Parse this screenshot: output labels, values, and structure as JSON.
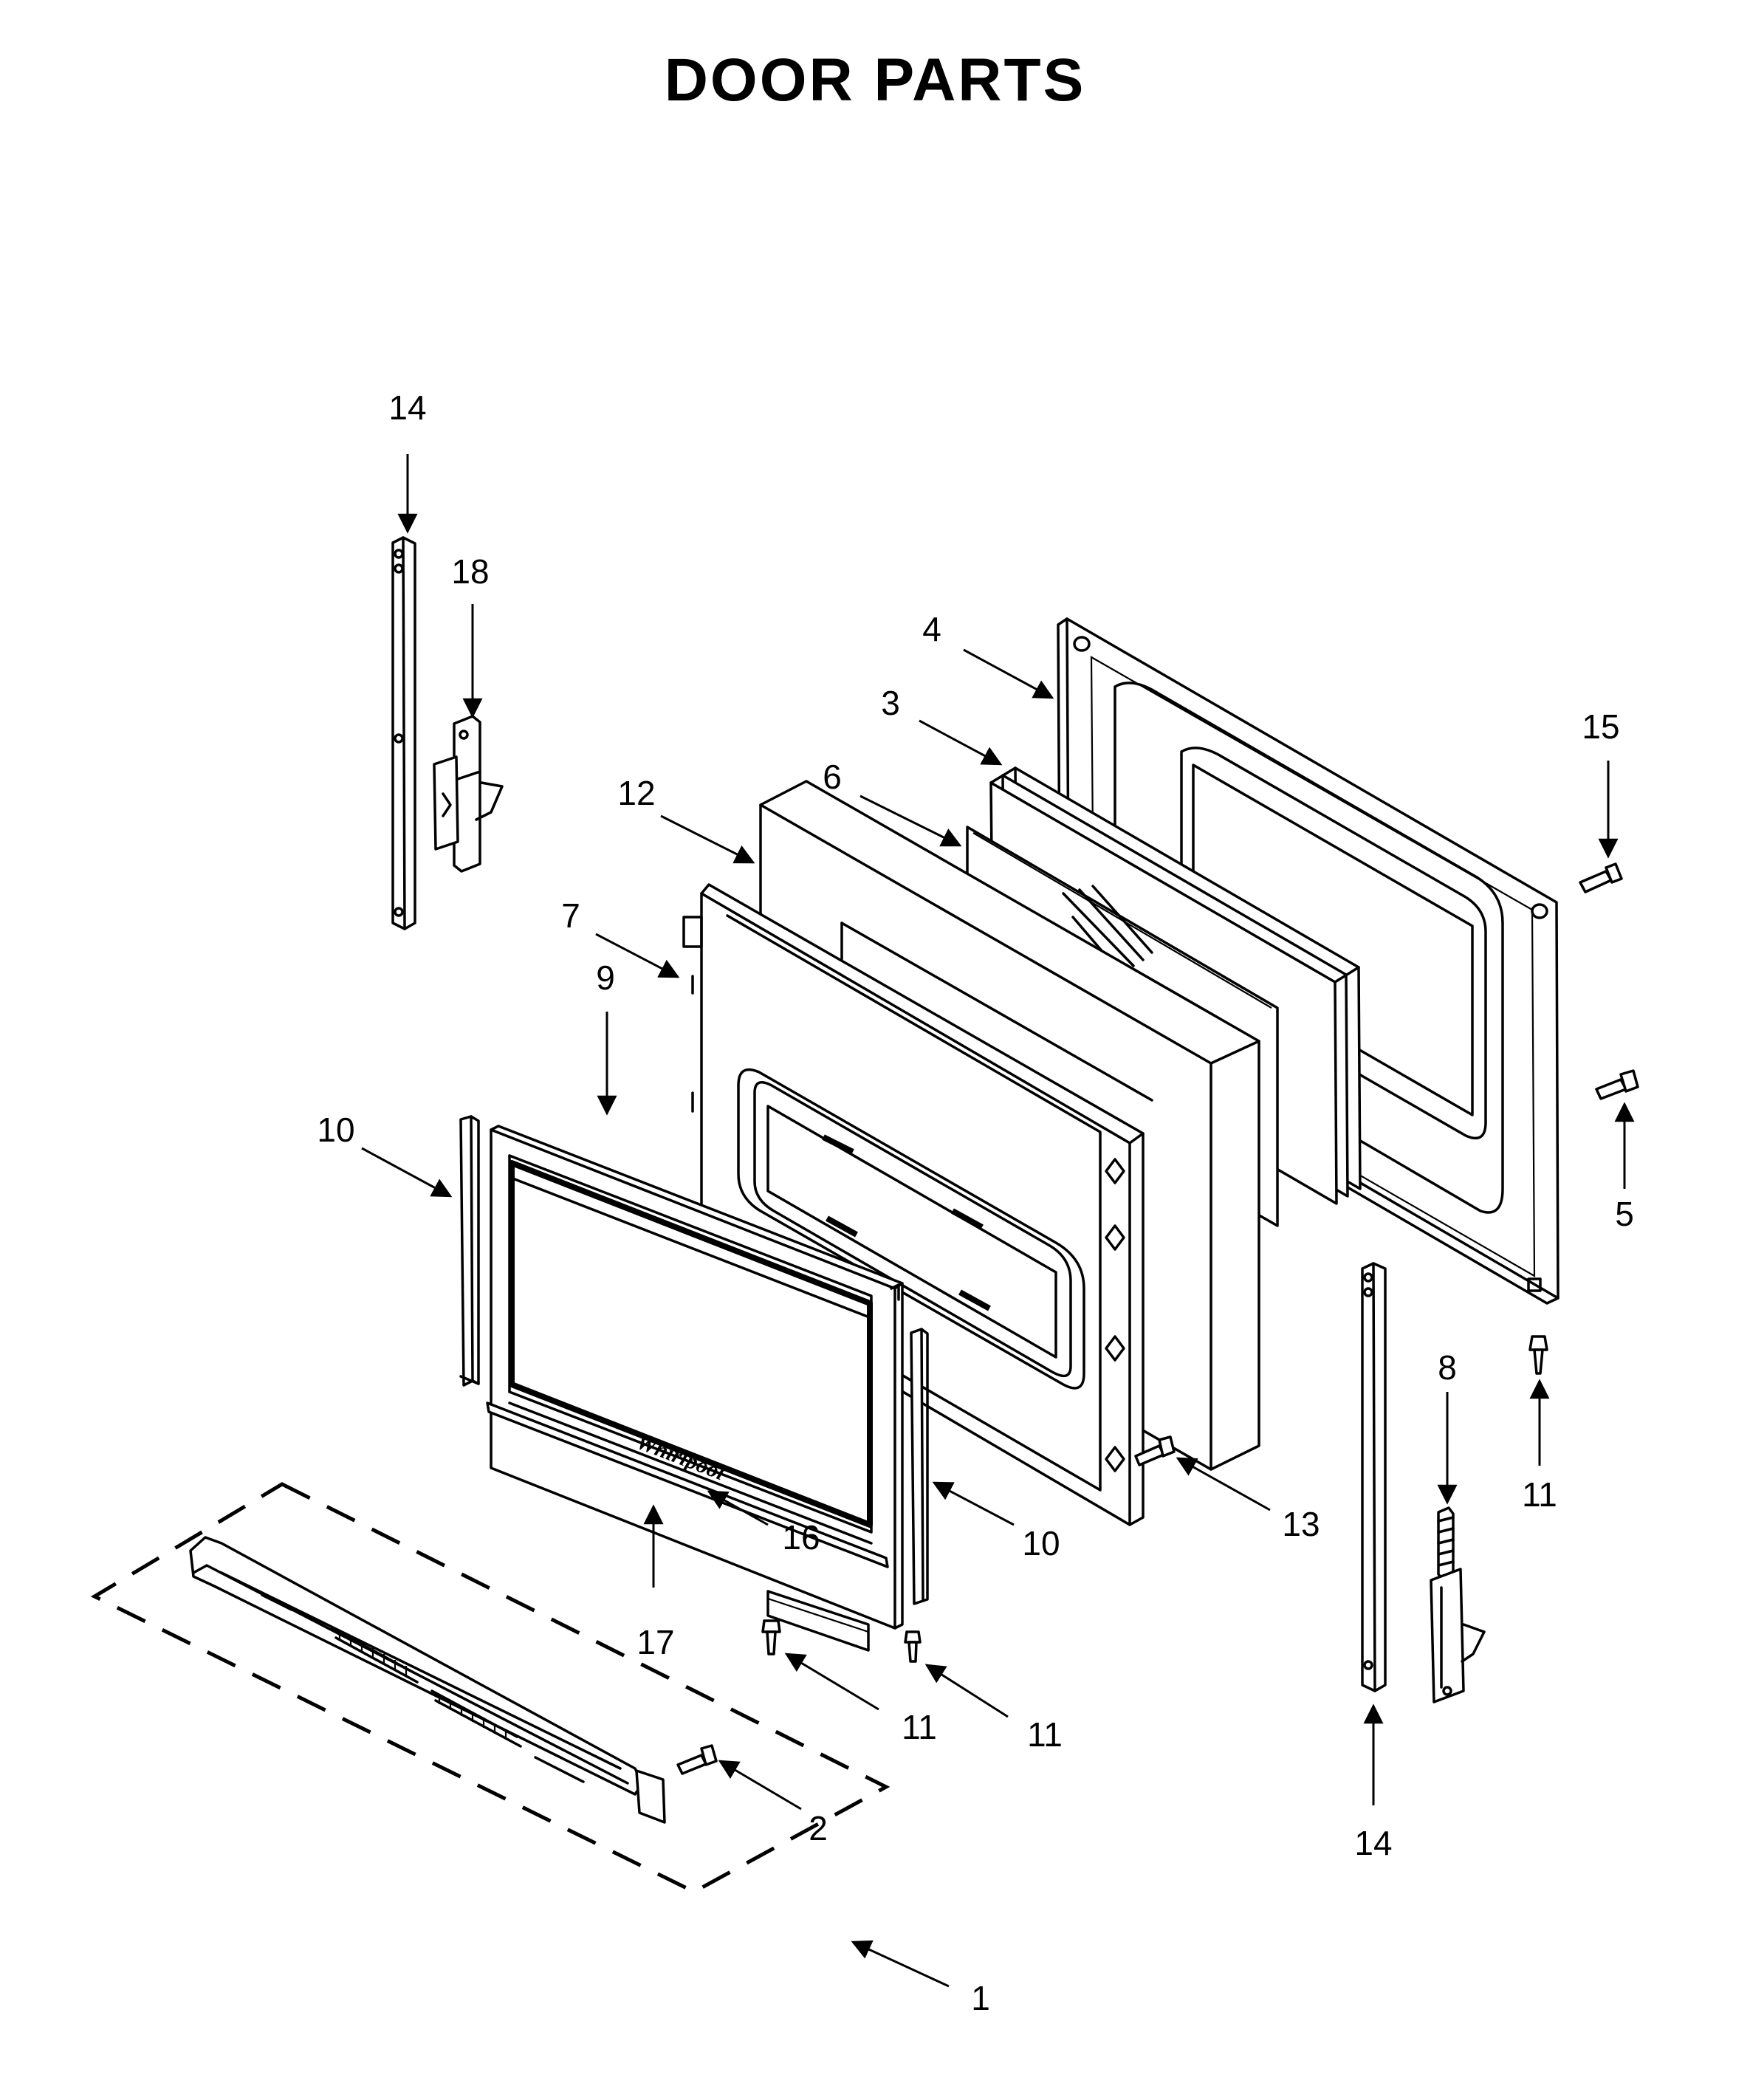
{
  "title": "DOOR PARTS",
  "callouts": [
    {
      "id": "c14-top",
      "label": "14"
    },
    {
      "id": "c18",
      "label": "18"
    },
    {
      "id": "c4",
      "label": "4"
    },
    {
      "id": "c3",
      "label": "3"
    },
    {
      "id": "c15",
      "label": "15"
    },
    {
      "id": "c12",
      "label": "12"
    },
    {
      "id": "c6",
      "label": "6"
    },
    {
      "id": "c7",
      "label": "7"
    },
    {
      "id": "c9",
      "label": "9"
    },
    {
      "id": "c10-left",
      "label": "10"
    },
    {
      "id": "c5",
      "label": "5"
    },
    {
      "id": "c8",
      "label": "8"
    },
    {
      "id": "c11-right",
      "label": "11"
    },
    {
      "id": "c13",
      "label": "13"
    },
    {
      "id": "c16",
      "label": "16"
    },
    {
      "id": "c10-right",
      "label": "10"
    },
    {
      "id": "c17",
      "label": "17"
    },
    {
      "id": "c11-mid1",
      "label": "11"
    },
    {
      "id": "c11-mid2",
      "label": "11"
    },
    {
      "id": "c2",
      "label": "2"
    },
    {
      "id": "c14-bottom",
      "label": "14"
    },
    {
      "id": "c1",
      "label": "1"
    }
  ]
}
